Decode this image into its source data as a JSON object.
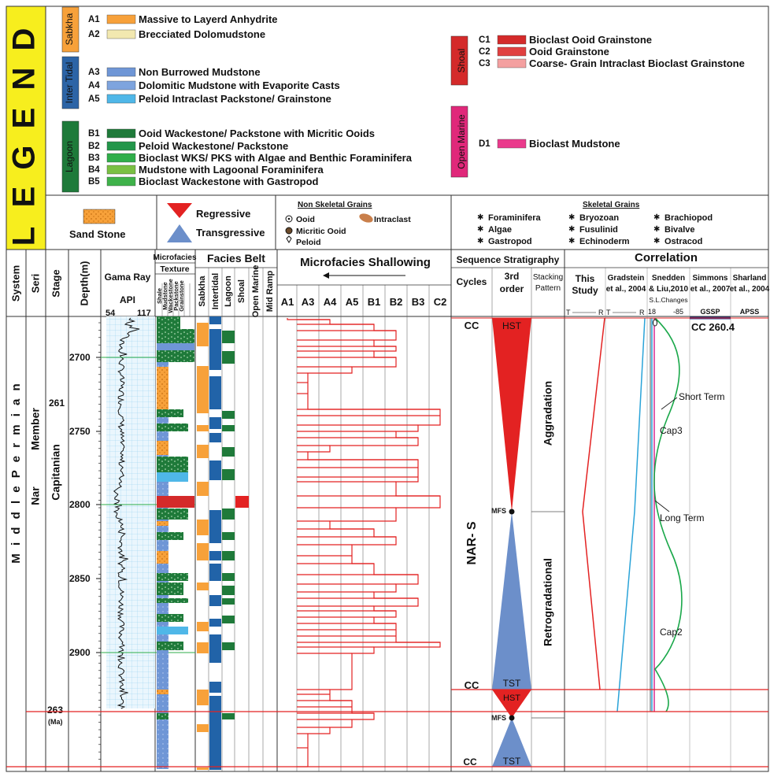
{
  "legend": {
    "banner": "LEGEND",
    "groups": [
      {
        "name": "Sabkha",
        "color": "#f7a13a",
        "items": [
          {
            "code": "A1",
            "label": "Massive to Layerd Anhydrite",
            "swatch": "#f7a13a"
          },
          {
            "code": "A2",
            "label": "Brecciated Dolomudstone",
            "swatch": "#f2e8b0"
          }
        ]
      },
      {
        "name": "Inter Tidal",
        "color": "#2c64a6",
        "items": [
          {
            "code": "A3",
            "label": "Non Burrowed Mudstone",
            "swatch": "#6f96d6"
          },
          {
            "code": "A4",
            "label": "Dolomitic Mudstone with Evaporite Casts",
            "swatch": "#7ea4de"
          },
          {
            "code": "A5",
            "label": "Peloid Intraclast Packstone/ Grainstone",
            "swatch": "#4fb7e8"
          }
        ]
      },
      {
        "name": "Lagoon",
        "color": "#1e7a3a",
        "items": [
          {
            "code": "B1",
            "label": "Ooid Wackestone/ Packstone with Micritic Ooids",
            "swatch": "#1f7a3a"
          },
          {
            "code": "B2",
            "label": "Peloid Wackestone/ Packstone",
            "swatch": "#22964a"
          },
          {
            "code": "B3",
            "label": "Bioclast WKS/ PKS with Algae and Benthic Foraminifera",
            "swatch": "#2fae4a"
          },
          {
            "code": "B4",
            "label": "Mudstone with Lagoonal Foraminifera",
            "swatch": "#7ac043"
          },
          {
            "code": "B5",
            "label": "Bioclast Wackestone with Gastropod",
            "swatch": "#3fb24a"
          }
        ]
      },
      {
        "name": "Shoal",
        "color": "#d42a2a",
        "items": [
          {
            "code": "C1",
            "label": "Bioclast Ooid Grainstone",
            "swatch": "#d42a2a"
          },
          {
            "code": "C2",
            "label": "Ooid Grainstone",
            "swatch": "#e04040"
          },
          {
            "code": "C3",
            "label": "Coarse- Grain Intraclast Bioclast Grainstone",
            "swatch": "#f4a0a0"
          }
        ]
      },
      {
        "name": "Open Marine",
        "color": "#e0287a",
        "items": [
          {
            "code": "D1",
            "label": "Bioclast Mudstone",
            "swatch": "#ea3a8c"
          }
        ]
      }
    ],
    "sand_stone": "Sand Stone",
    "regressive": "Regressive",
    "transgressive": "Transgressive",
    "non_skeletal_title": "Non Skeletal Grains",
    "non_skeletal": [
      "Ooid",
      "Micritic Ooid",
      "Peloid",
      "Intraclast"
    ],
    "skeletal_title": "Skeletal Grains",
    "skeletal": [
      "Foraminifera",
      "Algae",
      "Gastropod",
      "Bryozoan",
      "Fusulinid",
      "Echinoderm",
      "Brachiopod",
      "Bivalve",
      "Ostracod"
    ]
  },
  "columns": {
    "system": "System",
    "seri": "Seri",
    "stage": "Stage",
    "depth": "Depth(m)",
    "gamma": "Gama Ray",
    "api": "API",
    "api_min": "54",
    "api_max": "117",
    "microfacies": "Microfacies",
    "texture": "Texture",
    "textures": [
      "Shale",
      "Mudstone",
      "Wackestone",
      "Packstone",
      "Grainstone"
    ],
    "facies_belt": "Facies Belt",
    "belts": [
      "Sabkha",
      "Intertidal",
      "Lagoon",
      "Shoal",
      "Open Marine",
      "Mid Ramp"
    ],
    "belt_colors": [
      "#f7a13a",
      "#2aa3d8",
      "#22964a",
      "#d42a2a",
      "#e0287a",
      "#a5651b"
    ],
    "shallowing": "Microfacies Shallowing",
    "shallow_codes": [
      "A1",
      "A3",
      "A4",
      "A5",
      "B1",
      "B2",
      "B3",
      "C2"
    ],
    "seq_strat": "Sequence Stratigraphy",
    "cycles": "Cycles",
    "third_order": "3rd order",
    "stacking": "Stacking Pattern",
    "correlation": "Correlation",
    "corr_cols": [
      "This Study",
      "Gradstein et al., 2004",
      "Snedden & Liu,2010",
      "Simmons et al., 2007",
      "Sharland et al., 2004"
    ],
    "sl_changes": "S.L.Changes",
    "sl_min": "18",
    "sl_max": "-85",
    "gssp": "GSSP",
    "apss": "APSS",
    "t_label": "T",
    "r_label": "R"
  },
  "strat": {
    "system": "Middle Permian",
    "seri": "Nar",
    "member": "Member",
    "stage": "Capitanian",
    "age_top": "261",
    "age_bottom": "263",
    "age_unit": "(Ma)",
    "depth_ticks": [
      "2700",
      "2750",
      "2800",
      "2850",
      "2900"
    ]
  },
  "sequence": {
    "cc": "CC",
    "hst": "HST",
    "tst": "TST",
    "mfs": "MFS",
    "name": "NAR- S",
    "aggradation": "Aggradation",
    "retrogradational": "Retrogradational",
    "cc_age": "CC 260.4",
    "short_term": "Short Term",
    "long_term": "Long Term",
    "cap3": "Cap3",
    "cap2": "Cap2"
  },
  "colors": {
    "red": "#e32222",
    "blue": "#6c8fca",
    "sand": "#f7a13a",
    "lagoon": "#1f7a3a",
    "intertidal": "#2163a8",
    "yellow": "#f7ee1e",
    "grid": "#9fd3ee"
  }
}
